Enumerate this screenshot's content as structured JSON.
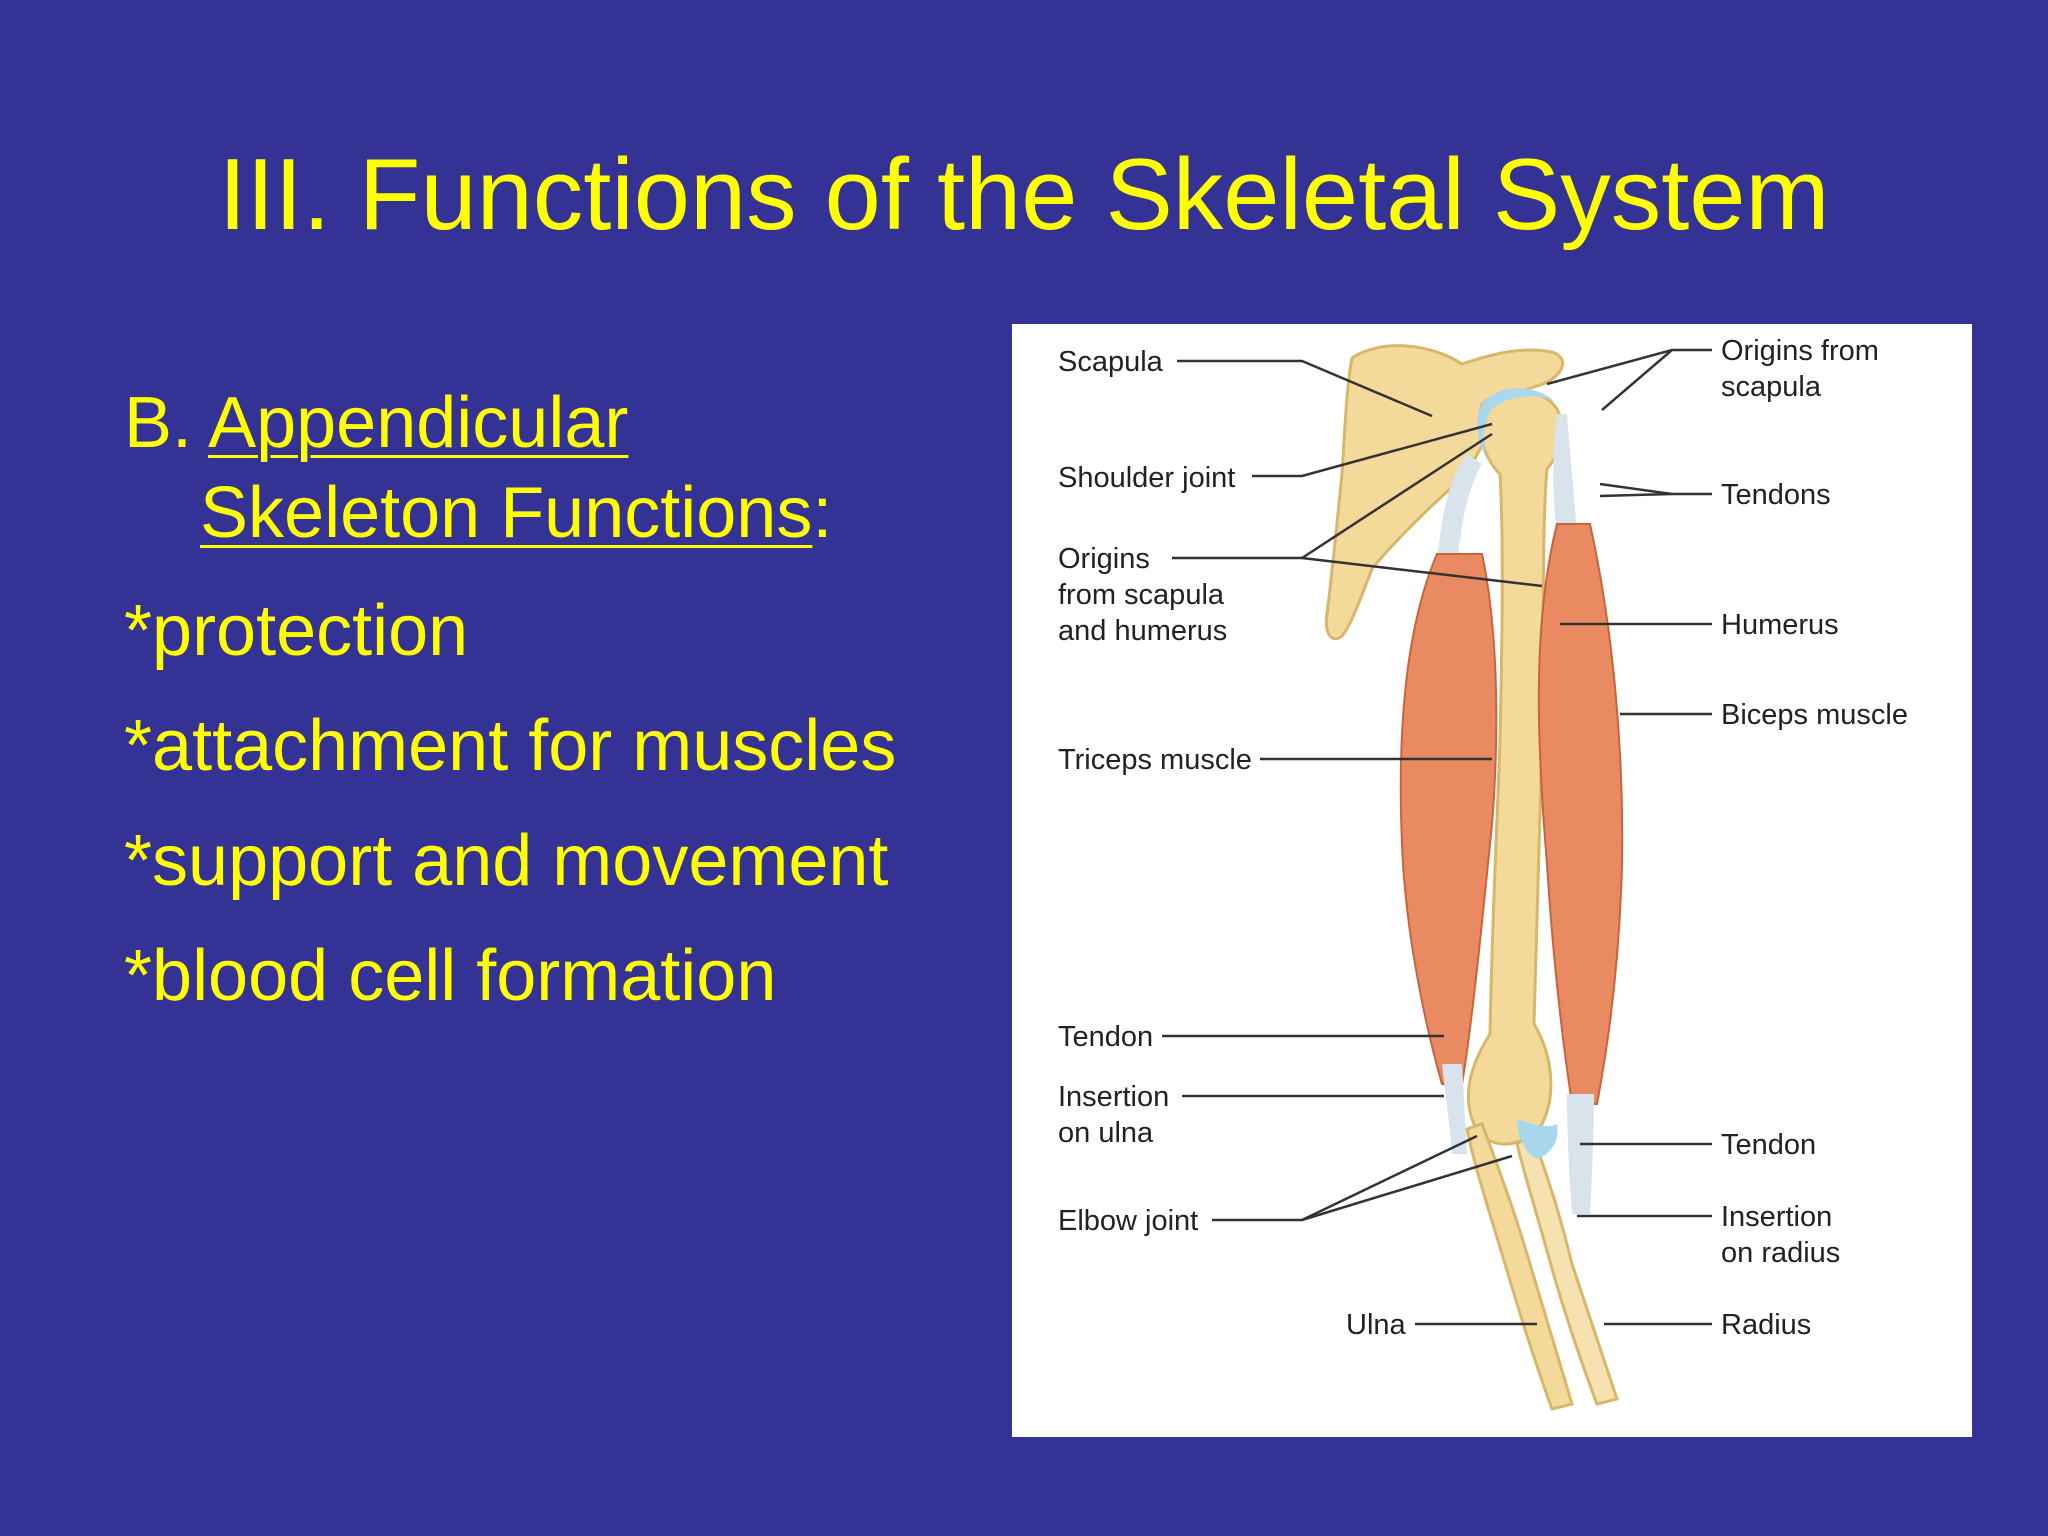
{
  "slide": {
    "title": "III. Functions of the Skeletal System",
    "section_prefix": "B. ",
    "section_heading_line1": "Appendicular",
    "section_heading_line2": "Skeleton Functions",
    "section_heading_colon": ":",
    "bullets": [
      "*protection",
      "*attachment for muscles",
      "*support and movement",
      "*blood cell formation"
    ]
  },
  "figure": {
    "labels": {
      "scapula": "Scapula",
      "shoulder_joint": "Shoulder joint",
      "origins_scapula_humerus_1": "Origins",
      "origins_scapula_humerus_2": "from scapula",
      "origins_scapula_humerus_3": "and humerus",
      "triceps_muscle": "Triceps muscle",
      "tendon_left": "Tendon",
      "insertion_ulna_1": "Insertion",
      "insertion_ulna_2": "on ulna",
      "elbow_joint": "Elbow joint",
      "ulna": "Ulna",
      "origins_from_scapula_1": "Origins from",
      "origins_from_scapula_2": "scapula",
      "tendons": "Tendons",
      "humerus": "Humerus",
      "biceps_muscle": "Biceps muscle",
      "tendon_right": "Tendon",
      "insertion_radius_1": "Insertion",
      "insertion_radius_2": "on radius",
      "radius": "Radius"
    }
  },
  "colors": {
    "background": "#343395",
    "text": "#ffff00",
    "bone": "#f3d99a",
    "muscle": "#e98a62",
    "tendon": "#d9e3ec",
    "cartilage": "#a9d8ee"
  }
}
